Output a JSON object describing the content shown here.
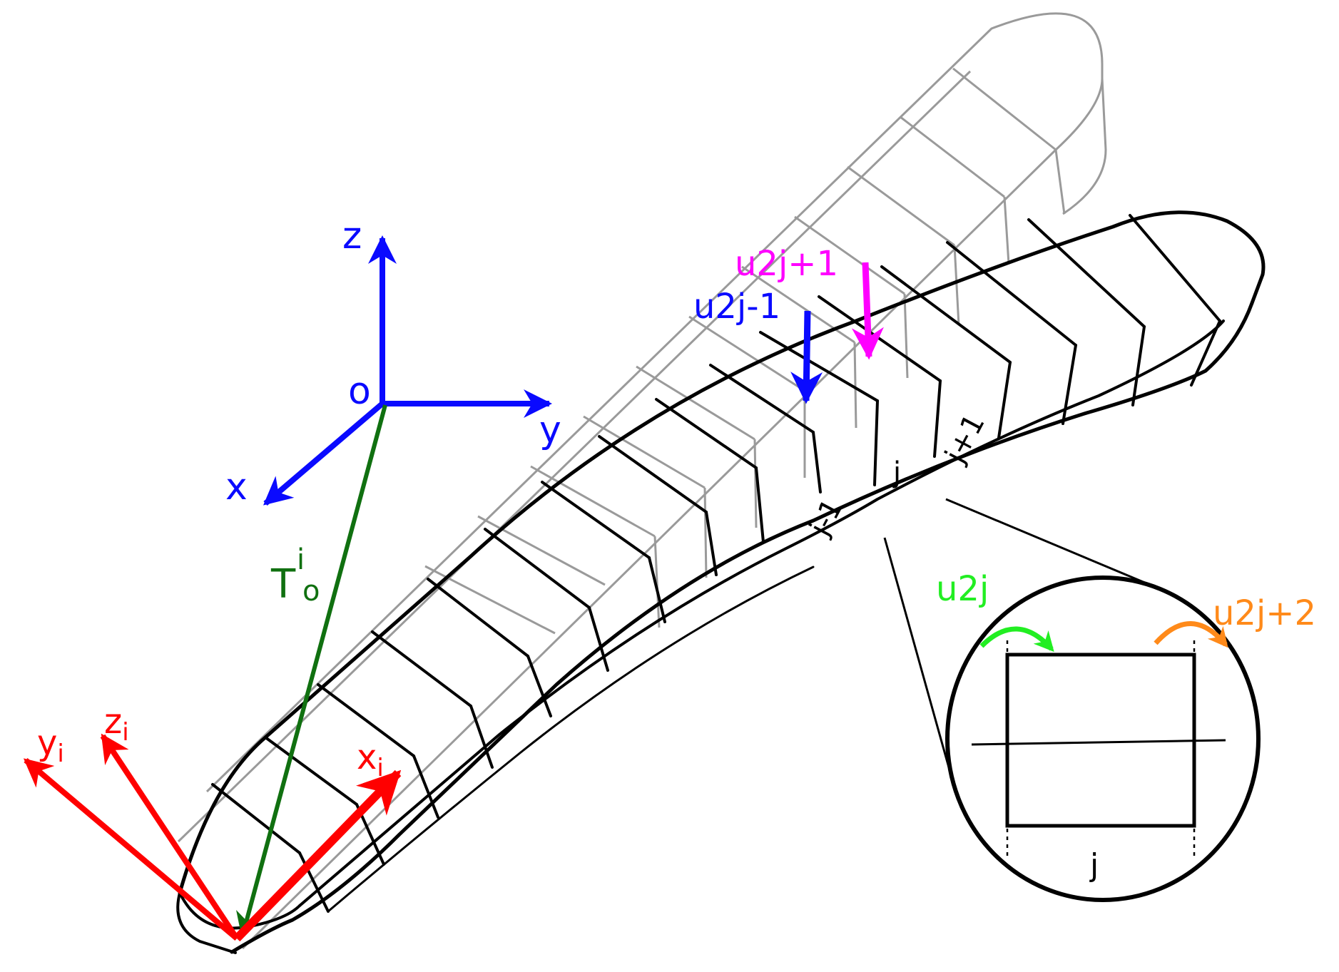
{
  "colors": {
    "beam": "#000000",
    "ghost": "#9a9a9a",
    "global_frame": "#0a0aff",
    "local_frame": "#ff0000",
    "transform": "#107010",
    "u_odd_minus": "#0a0aff",
    "u_odd_plus": "#ff00ff",
    "u_even": "#22ee22",
    "u_even_plus": "#ff8a1a"
  },
  "global_frame": {
    "origin": "o",
    "x": "x",
    "y": "y",
    "z": "z"
  },
  "local_frame": {
    "x": "x",
    "y": "y",
    "z": "z",
    "sub": "i"
  },
  "transform": {
    "base": "T",
    "sup": "i",
    "sub": "o"
  },
  "segments": {
    "prev": "j-1",
    "cur": "j",
    "next": "j+1"
  },
  "loads": {
    "u_prev": "u2j-1",
    "u_next": "u2j+1"
  },
  "zoom": {
    "segment": "j",
    "u_even": "u2j",
    "u_even_next": "u2j+2"
  }
}
